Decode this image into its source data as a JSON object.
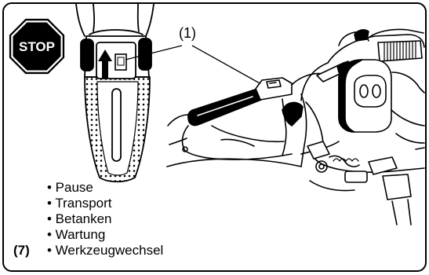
{
  "stop_sign": {
    "text": "STOP",
    "icon": "stop-sign-icon"
  },
  "callout": {
    "label": "(1)"
  },
  "instructions": {
    "figure_ref": "(7)",
    "items": [
      "• Pause",
      "• Transport",
      "• Betanken",
      "• Wartung",
      "• Werkzeugwechsel"
    ]
  },
  "icons": {
    "switch_arrow": "arrow-up-icon"
  },
  "colors": {
    "ink": "#000000",
    "paper": "#ffffff"
  }
}
